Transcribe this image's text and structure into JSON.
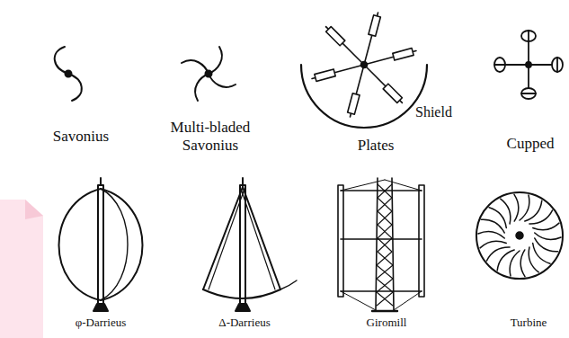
{
  "diagram": {
    "labels": [
      "Savonius",
      "Multi-bladed Savonius",
      "Shield",
      "Plates",
      "Cupped",
      "φ-Darrieus",
      "Δ-Darrieus",
      "Giromill",
      "Turbine"
    ]
  }
}
